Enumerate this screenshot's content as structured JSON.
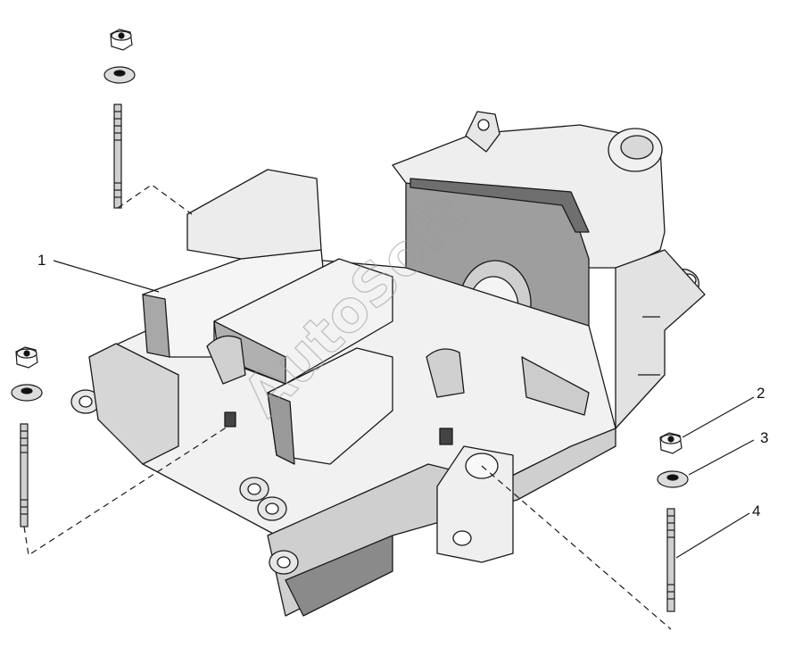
{
  "callouts": [
    {
      "id": "1",
      "label": "1"
    },
    {
      "id": "2",
      "label": "2"
    },
    {
      "id": "3",
      "label": "3"
    },
    {
      "id": "4",
      "label": "4"
    }
  ],
  "watermark": "AutoSoft",
  "colors": {
    "line": "#1a1a1a",
    "part_fill": "#f2f2f2",
    "part_shade": "#b9b9b9",
    "part_dark": "#7d7d7d"
  }
}
